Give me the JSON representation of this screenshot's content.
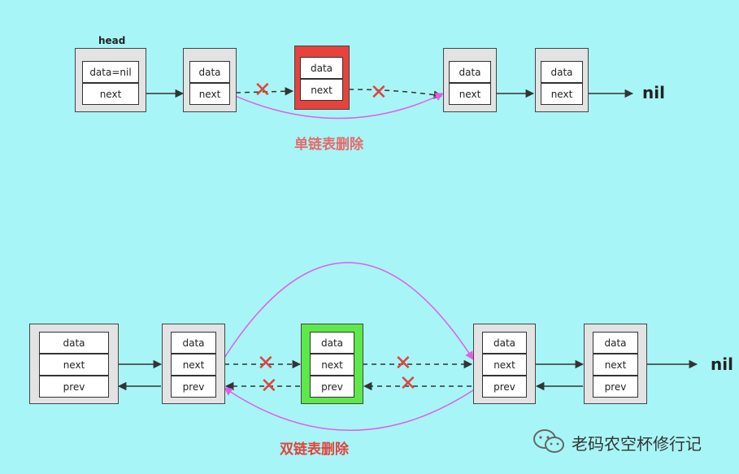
{
  "single_list": {
    "head_label": "head",
    "nil_label": "nil",
    "caption": "单链表删除",
    "nodes": [
      {
        "cells": [
          "data=nil",
          "next"
        ]
      },
      {
        "cells": [
          "data",
          "next"
        ]
      },
      {
        "cells": [
          "data",
          "next"
        ],
        "highlight": "#e8423c"
      },
      {
        "cells": [
          "data",
          "next"
        ]
      },
      {
        "cells": [
          "data",
          "next"
        ]
      }
    ]
  },
  "double_list": {
    "nil_label": "nil",
    "caption": "双链表删除",
    "nodes": [
      {
        "cells": [
          "data",
          "next",
          "prev"
        ]
      },
      {
        "cells": [
          "data",
          "next",
          "prev"
        ]
      },
      {
        "cells": [
          "data",
          "next",
          "prev"
        ],
        "highlight": "#5ee84a"
      },
      {
        "cells": [
          "data",
          "next",
          "prev"
        ]
      },
      {
        "cells": [
          "data",
          "next",
          "prev"
        ]
      }
    ]
  },
  "watermark": "老码农空杯修行记",
  "colors": {
    "background": "#a8f5f7",
    "arc": "#e35ce8",
    "cross": "#e0443c",
    "deleted_single": "#e8423c",
    "deleted_double": "#5ee84a"
  }
}
